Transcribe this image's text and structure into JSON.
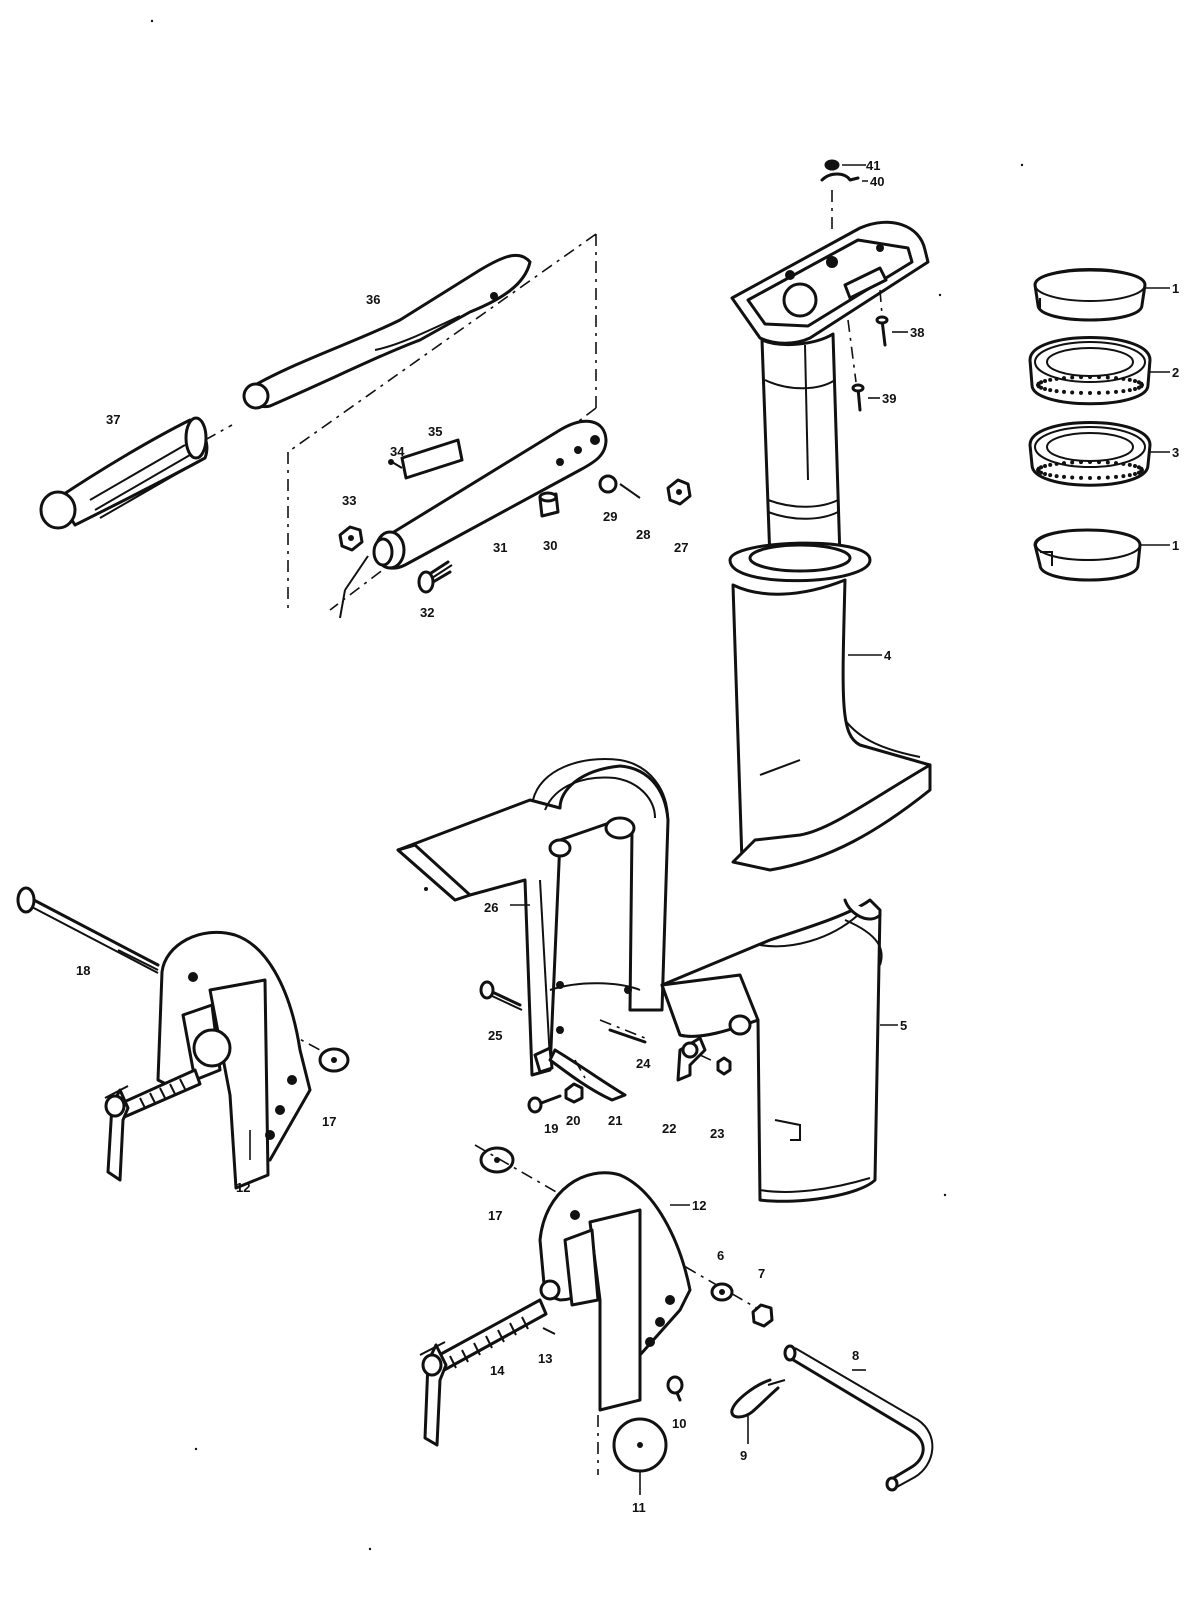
{
  "labels": {
    "l1a": "1",
    "l1b": "1",
    "l2": "2",
    "l3": "3",
    "l4": "4",
    "l5": "5",
    "l6": "6",
    "l7": "7",
    "l8": "8",
    "l9": "9",
    "l10": "10",
    "l11": "11",
    "l12a": "12",
    "l12b": "12",
    "l13": "13",
    "l14": "14",
    "l17a": "17",
    "l17b": "17",
    "l18": "18",
    "l19": "19",
    "l20": "20",
    "l21": "21",
    "l22": "22",
    "l23": "23",
    "l24": "24",
    "l25": "25",
    "l26": "26",
    "l27": "27",
    "l28": "28",
    "l29": "29",
    "l30": "30",
    "l31": "31",
    "l32": "32",
    "l33": "33",
    "l34": "34",
    "l35": "35",
    "l36": "36",
    "l37": "37",
    "l38": "38",
    "l39": "39",
    "l40": "40",
    "l41": "41"
  }
}
